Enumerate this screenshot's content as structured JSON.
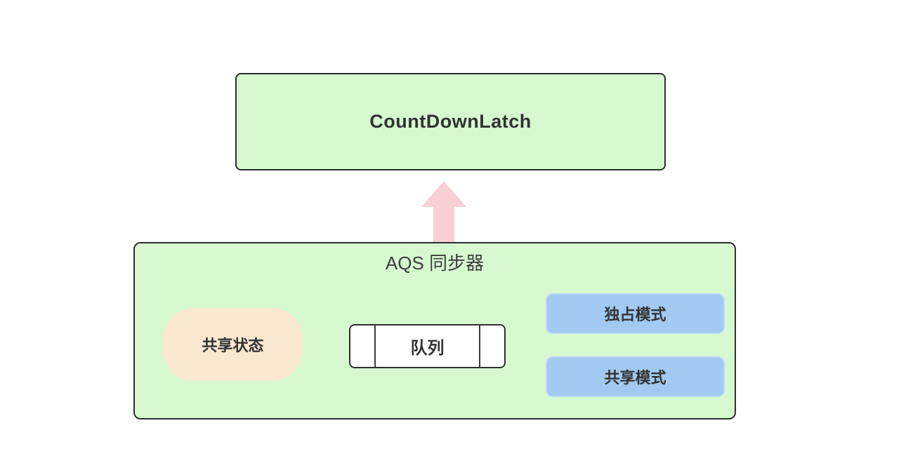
{
  "diagram": {
    "top_box": {
      "label": "CountDownLatch"
    },
    "arrow": {
      "direction": "up",
      "style": "block-arrow"
    },
    "aqs_box": {
      "title": "AQS 同步器",
      "shared_state": {
        "label": "共享状态"
      },
      "queue": {
        "label": "队列",
        "cells": 3
      },
      "modes": [
        {
          "label": "独占模式"
        },
        {
          "label": "共享模式"
        }
      ]
    },
    "colors": {
      "green": "#d6f9d0",
      "dark_border": "#2f2f2f",
      "text_dark": "#333333",
      "text_title": "#3d3d3d",
      "pink": "#f8d0d3",
      "peach": "#fbe8d1",
      "blue": "#a1c9f1",
      "blue_border": "#bad9fa",
      "white": "#ffffff",
      "divider": "#3d3d3d"
    }
  }
}
